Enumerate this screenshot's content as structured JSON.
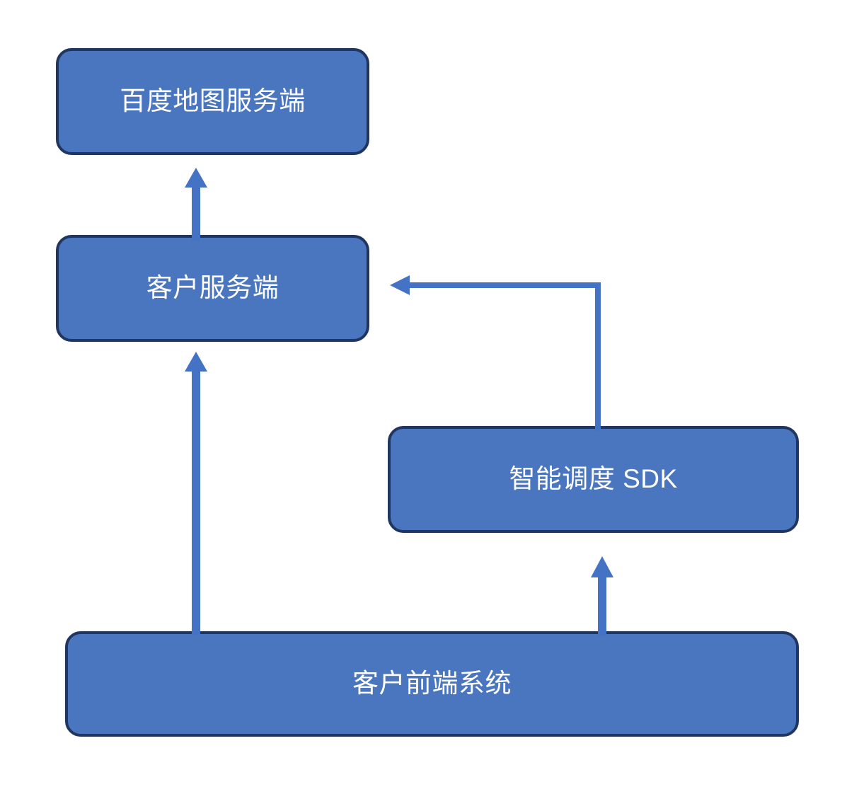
{
  "diagram": {
    "title": "",
    "background_color": "#ffffff",
    "node_fill_color": "#4A76C0",
    "node_border_color": "#21365E",
    "node_text_color": "#ffffff",
    "connector_color": "#4472C4",
    "nodes": [
      {
        "id": "baidu-map-server",
        "label": "百度地图服务端",
        "shape": "rounded-rectangle"
      },
      {
        "id": "client-server",
        "label": "客户服务端",
        "shape": "rounded-rectangle"
      },
      {
        "id": "scheduling-sdk",
        "label": "智能调度 SDK",
        "shape": "rounded-rectangle"
      },
      {
        "id": "client-frontend",
        "label": "客户前端系统",
        "shape": "rounded-rectangle"
      }
    ],
    "connectors": [
      {
        "id": "clientserver-to-mapserver",
        "from": "client-server",
        "to": "baidu-map-server",
        "direction": "up",
        "style": "straight-arrow",
        "label": ""
      },
      {
        "id": "frontend-to-clientserver",
        "from": "client-frontend",
        "to": "client-server",
        "direction": "up",
        "style": "straight-arrow",
        "label": ""
      },
      {
        "id": "sdk-to-clientserver",
        "from": "scheduling-sdk",
        "to": "client-server",
        "direction": "up-then-left",
        "style": "elbow-arrow",
        "label": ""
      },
      {
        "id": "frontend-to-sdk",
        "from": "client-frontend",
        "to": "scheduling-sdk",
        "direction": "up",
        "style": "straight-arrow",
        "label": ""
      }
    ]
  }
}
